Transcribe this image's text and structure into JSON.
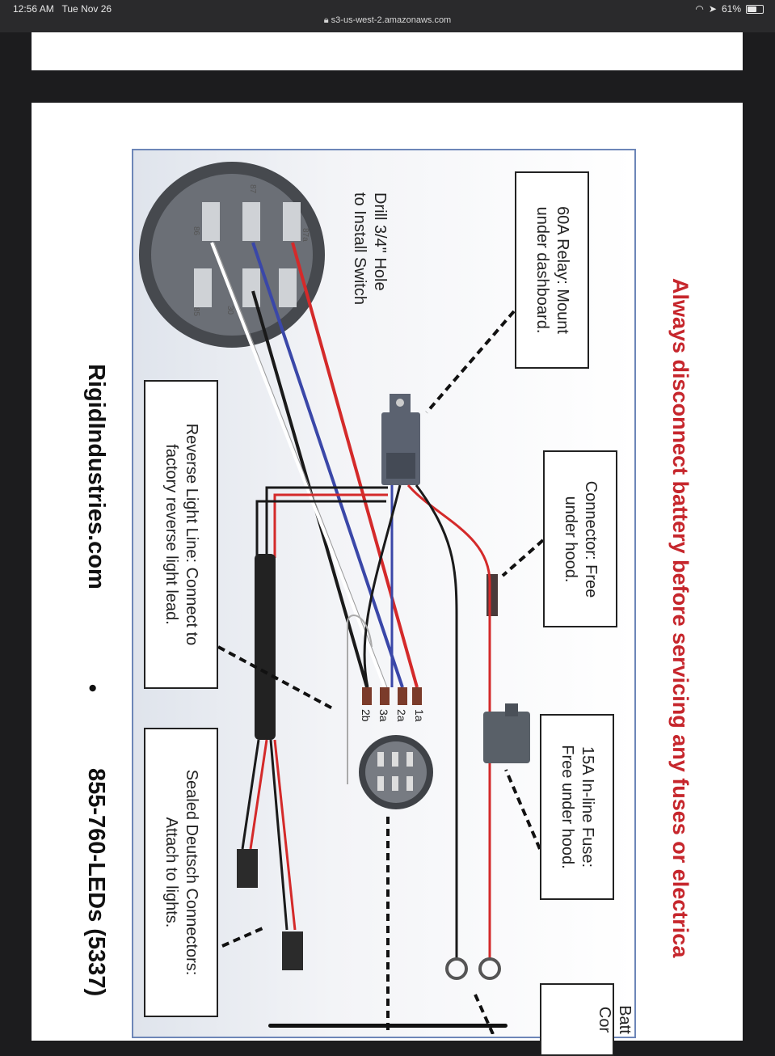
{
  "status_bar": {
    "time": "12:56 AM",
    "date": "Tue Nov 26",
    "url": "s3-us-west-2.amazonaws.com",
    "battery": "61%"
  },
  "diagram": {
    "warning": "Always disconnect battery before servicing any fuses or electrica",
    "callouts": {
      "relay": [
        "60A Relay: Mount",
        "under dashboard."
      ],
      "connector": [
        "Connector: Free",
        "under hood."
      ],
      "fuse": [
        "15A In-line Fuse:",
        "Free under hood."
      ],
      "battery": [
        "Batt",
        "Cor"
      ],
      "reverse": [
        "Reverse Light Line: Connect to",
        "factory reverse light lead."
      ],
      "deutsch": [
        "Sealed Deutsch Connectors:",
        "Attach to lights."
      ]
    },
    "drill_note": [
      "Drill 3/4\" Hole",
      "to Install Switch"
    ],
    "switch_pins": [
      "87",
      "86",
      "30",
      "85",
      "87a"
    ],
    "wire_labels": [
      "1a",
      "2a",
      "3a",
      "2b"
    ],
    "footer": {
      "website": "RigidIndustries.com",
      "separator": "•",
      "phone": "855-760-LEDs (5337)"
    },
    "colors": {
      "warning": "#c6262c",
      "wire_red": "#d42a2a",
      "wire_blue": "#3a47a8",
      "wire_black": "#1a1a1a",
      "wire_white": "#ffffff"
    }
  }
}
